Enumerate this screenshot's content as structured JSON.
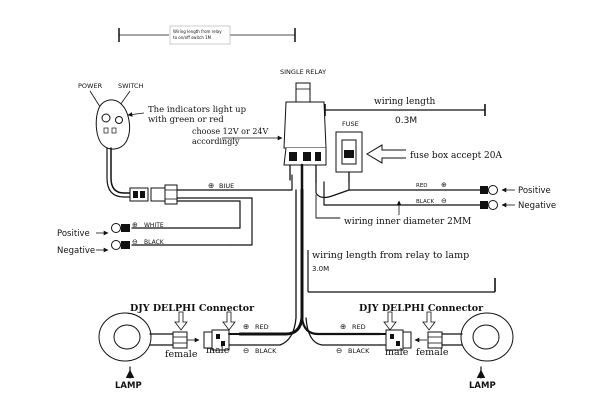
{
  "note_box": {
    "line1": "Wiring length from relay",
    "line2": "to on/off switch 1M"
  },
  "relay": {
    "title": "SINGLE RELAY",
    "voltage_line1": "choose 12V or 24V",
    "voltage_line2": "accordingly"
  },
  "switch": {
    "power_label": "POWER",
    "switch_label": "SWITCH",
    "indicator_line1": "The indicators light up",
    "indicator_line2": "with green or red"
  },
  "wiring_length_top": {
    "label": "wiring length",
    "value": "0.3M"
  },
  "fuse": {
    "title": "FUSE",
    "note": "fuse box accept 20A"
  },
  "wires": {
    "blue": "BIUE",
    "white": "WHITE",
    "black": "BLACK",
    "red": "RED",
    "inner_diameter": "wiring inner diameter 2MM",
    "relay_to_lamp": "wiring length from relay to lamp",
    "relay_to_lamp_value": "3.0M"
  },
  "terminals": {
    "positive": "Positive",
    "negative": "Negative"
  },
  "symbols": {
    "plus": "⊕",
    "minus": "⊖"
  },
  "connector": {
    "title": "DJY DELPHI Connector",
    "female": "female",
    "male": "male"
  },
  "lamp": {
    "label": "LAMP"
  }
}
